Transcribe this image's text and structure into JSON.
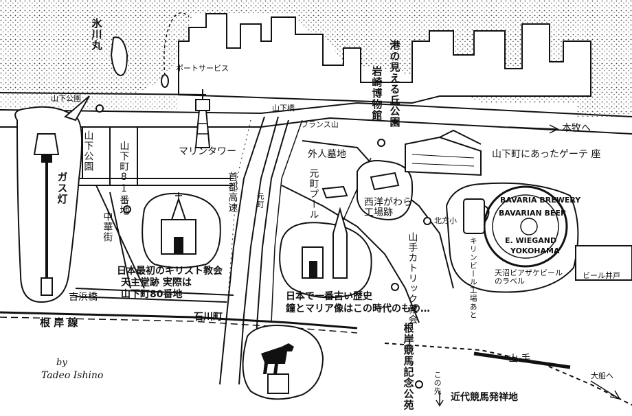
{
  "map": {
    "labels": {
      "hikawamaru": "氷川丸",
      "port_service": "ポートサービス",
      "yamashita_park_top": "山下公園",
      "yamashita_bridge": "山下橋",
      "marine_tower": "マリンタワー",
      "yamashita_park_side": "山下公園",
      "yamashitacho81": "山下町81番地",
      "gas_lamp": "ガス灯",
      "chinatown": "中華街",
      "church_caption_1": "日本最初のキリスト教会",
      "church_caption_2": "天主堂跡 実際は",
      "church_caption_3": "山下町80番地",
      "yoshihama_bridge": "吉浜橋",
      "negishi_line": "根 岸 線",
      "ishikawacho": "石川町",
      "harbor_view_park": "港の見える丘公園",
      "iwasaki_museum": "岩崎博物館",
      "french_hill": "フランス山",
      "to_honmoku": "本牧へ",
      "goethe_theater": "山下町にあったゲーテ 座",
      "foreign_cemetery": "外人墓地",
      "motomachi_pool": "元町プール",
      "metropolitan_expressway": "首都高速",
      "motomachi": "元町",
      "western_tile_factory": "西洋がわら工場跡",
      "kitagata_school": "北方小",
      "yamate_catholic": "山手カトリック教会",
      "kirin_beer_garden": "キリンビール工場あと",
      "amanuma_beer_label": "天沼ビアザケビールのラベル",
      "beer_well": "ビール井戸",
      "oldest_history_1": "日本で一番古い歴史",
      "oldest_history_2": "鐘とマリア像はこの時代のもの…",
      "racecourse_memorial": "根岸競馬記念公苑",
      "konosaki": "この先",
      "modern_horse_racing": "近代競馬発祥地",
      "yamate_line": "山 手",
      "to_ofuna": "大船へ",
      "signature_by": "by",
      "signature_name": "Tadeo Ishino"
    },
    "beer_label": {
      "top_arc": "BAVARIA BREWERY",
      "middle": "BAVARIAN BEER",
      "maker": "E. WIEGAND",
      "city": "YOKOHAMA"
    }
  }
}
